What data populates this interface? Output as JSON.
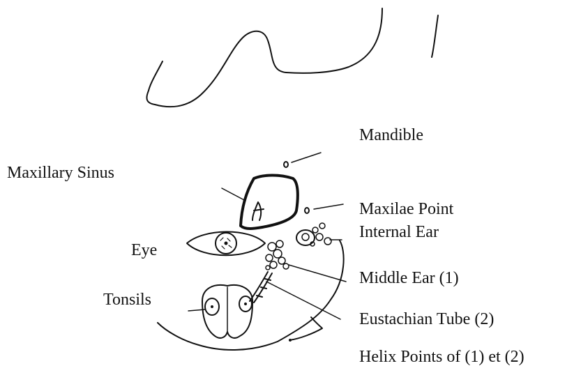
{
  "labels": {
    "mandible": "Mandible",
    "maxillary_sinus": "Maxillary Sinus",
    "maxilae_point": "Maxilae Point",
    "internal_ear": "Internal Ear",
    "eye": "Eye",
    "middle_ear": "Middle Ear (1)",
    "tonsils": "Tonsils",
    "eustachian_tube": "Eustachian Tube (2)",
    "helix_points": "Helix Points of (1) et (2)"
  }
}
